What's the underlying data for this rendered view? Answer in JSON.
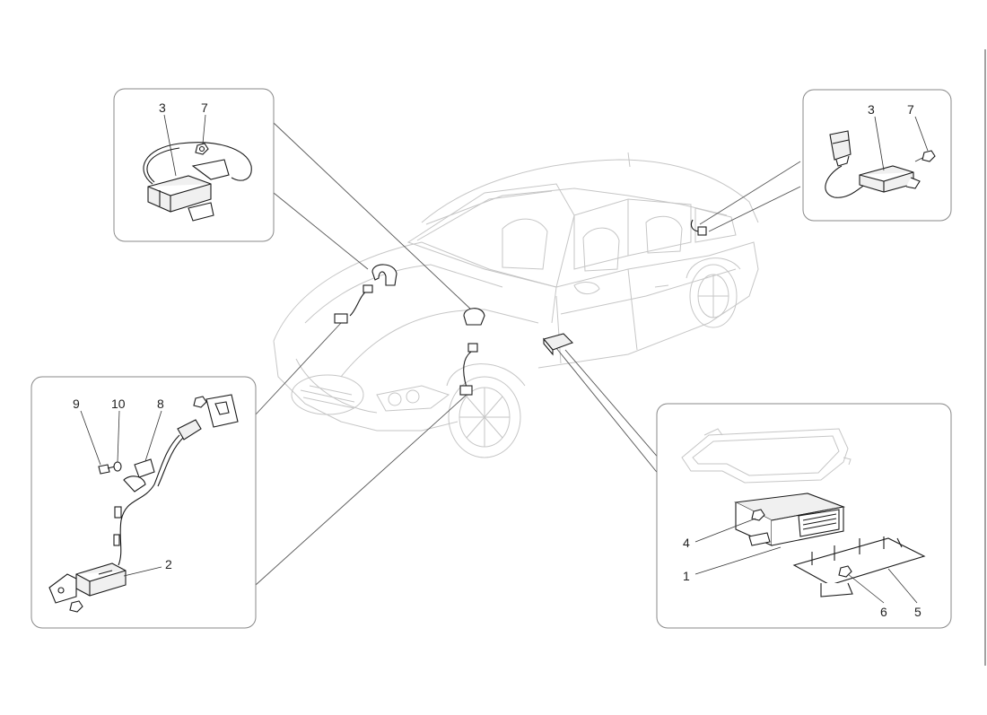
{
  "diagram": {
    "callouts": {
      "top_left": [
        "3",
        "7"
      ],
      "top_right": [
        "3",
        "7"
      ],
      "bottom_left": [
        "9",
        "10",
        "8",
        "2"
      ],
      "bottom_right": [
        "4",
        "1",
        "6",
        "5"
      ]
    }
  }
}
